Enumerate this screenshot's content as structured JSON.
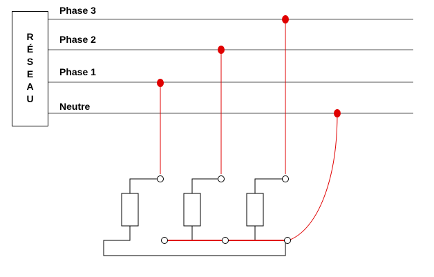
{
  "network": {
    "label_letters": [
      "R",
      "É",
      "S",
      "E",
      "A",
      "U"
    ]
  },
  "lines": {
    "phase3": "Phase 3",
    "phase2": "Phase 2",
    "phase1": "Phase 1",
    "neutre": "Neutre"
  },
  "colors": {
    "wire": "#000000",
    "connection": "#e00000",
    "bus": "#555555"
  }
}
